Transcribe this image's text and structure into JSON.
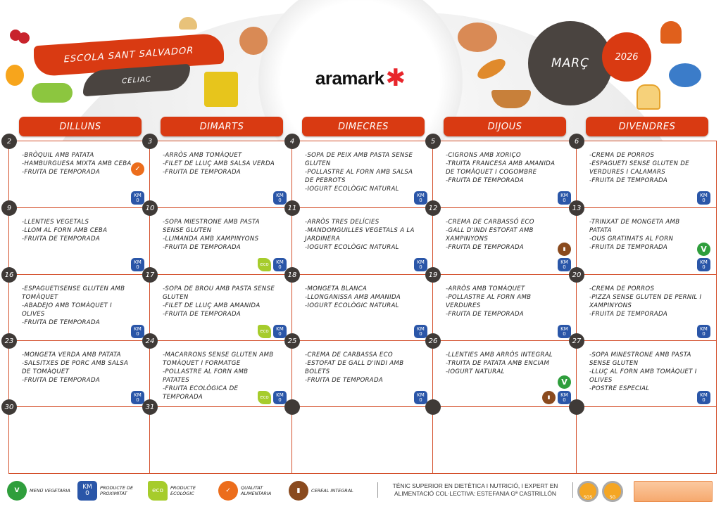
{
  "header": {
    "school": "ESCOLA SANT SALVADOR",
    "diet": "CELIAC",
    "logo": "aramark",
    "month": "MARÇ",
    "year": "2026"
  },
  "days": [
    "DILLUNS",
    "DIMARTS",
    "DIMECRES",
    "DIJOUS",
    "DIVENDRES"
  ],
  "weeks": [
    [
      {
        "n": "2",
        "menu": [
          "-BRÒQUIL AMB PATATA",
          "-HAMBURGUESA MIXTA AMB CEBA",
          "-FRUITA DE TEMPORADA"
        ],
        "badges": [
          "quality",
          "km0"
        ],
        "stack": true
      },
      {
        "n": "3",
        "menu": [
          "-ARRÒS AMB TOMÀQUET",
          "-FILET DE LLUÇ AMB SALSA VERDA",
          "-FRUITA DE TEMPORADA"
        ],
        "badges": [
          "km0"
        ]
      },
      {
        "n": "4",
        "menu": [
          "-SOPA DE PEIX AMB PASTA SENSE GLUTEN",
          "-POLLASTRE AL FORN AMB SALSA DE PEBROTS",
          "-IOGURT ECOLÒGIC NATURAL"
        ],
        "badges": [
          "km0"
        ]
      },
      {
        "n": "5",
        "menu": [
          "-CIGRONS AMB XORIÇO",
          "-TRUITA FRANCESA AMB AMANIDA DE TOMÀQUET I COGOMBRE",
          "-FRUITA DE TEMPORADA"
        ],
        "badges": [
          "km0"
        ]
      },
      {
        "n": "6",
        "menu": [
          "-CREMA DE PORROS",
          "-ESPAGUETI SENSE GLUTEN DE VERDURES I CALAMARS",
          "-FRUITA DE TEMPORADA"
        ],
        "badges": [
          "km0"
        ]
      }
    ],
    [
      {
        "n": "9",
        "menu": [
          "-LLENTIES VEGETALS",
          "-LLOM AL FORN AMB CEBA",
          "-FRUITA DE TEMPORADA"
        ],
        "badges": [
          "km0"
        ]
      },
      {
        "n": "10",
        "menu": [
          "-SOPA MIESTRONE AMB PASTA SENSE GLUTEN",
          "-LLIMANDA AMB XAMPINYONS",
          "-FRUITA DE TEMPORADA"
        ],
        "badges": [
          "eco",
          "km0"
        ]
      },
      {
        "n": "11",
        "menu": [
          "-ARRÒS TRES DELÍCIES",
          "-MANDONGUILLES VEGETALS A LA JARDINERA",
          "-IOGURT ECOLÒGIC NATURAL"
        ],
        "badges": [
          "km0"
        ]
      },
      {
        "n": "12",
        "menu": [
          "-CREMA DE CARBASSÓ ECO",
          "-GALL D'INDI ESTOFAT AMB XAMPINYONS",
          "-FRUITA DE TEMPORADA"
        ],
        "badges": [
          "cereal",
          "km0"
        ],
        "stack": true
      },
      {
        "n": "13",
        "menu": [
          "-TRINXAT DE MONGETA AMB PATATA",
          "-OUS GRATINATS AL FORN",
          "-FRUITA DE TEMPORADA"
        ],
        "badges": [
          "veg",
          "km0"
        ],
        "stack": true
      }
    ],
    [
      {
        "n": "16",
        "menu": [
          "-ESPAGUETISENSE GLUTEN AMB TOMÀQUET",
          "-ABADEJO AMB TOMÀQUET I OLIVES",
          "-FRUITA DE TEMPORADA"
        ],
        "badges": [
          "km0"
        ]
      },
      {
        "n": "17",
        "menu": [
          "-SOPA DE BROU AMB PASTA SENSE GLUTEN",
          "-FILET DE LLUÇ AMB AMANIDA",
          "-FRUITA DE TEMPORADA"
        ],
        "badges": [
          "eco",
          "km0"
        ]
      },
      {
        "n": "18",
        "menu": [
          "-MONGETA BLANCA",
          "-LLONGANISSA AMB AMANIDA",
          "-IOGURT ECOLÒGIC NATURAL"
        ],
        "badges": [
          "km0"
        ]
      },
      {
        "n": "19",
        "menu": [
          "-ARRÒS AMB TOMÀQUET",
          "-POLLASTRE AL FORN AMB VERDURES",
          "-FRUITA DE TEMPORADA"
        ],
        "badges": [
          "km0"
        ]
      },
      {
        "n": "20",
        "menu": [
          "-CREMA DE PORROS",
          "-PIZZA SENSE GLUTEN DE PERNIL I XAMPINYONS",
          "-FRUITA DE TEMPORADA"
        ],
        "badges": [
          "km0"
        ]
      }
    ],
    [
      {
        "n": "23",
        "menu": [
          "-MONGETA VERDA AMB PATATA",
          "-SALSITXES DE PORC AMB SALSA DE TOMÀQUET",
          "-FRUITA DE TEMPORADA"
        ],
        "badges": [
          "km0"
        ]
      },
      {
        "n": "24",
        "menu": [
          "-MACARRONS SENSE GLUTEN AMB TOMÀQUET I FORMATGE",
          "-POLLASTRE AL FORN AMB PATATES",
          "-FRUITA ECOLÒGICA DE TEMPORADA"
        ],
        "badges": [
          "eco",
          "km0"
        ]
      },
      {
        "n": "25",
        "menu": [
          "-CREMA DE CARBASSA ECO",
          "-ESTOFAT DE GALL D'INDI AMB BOLETS",
          "-FRUITA DE TEMPORADA"
        ],
        "badges": [
          "km0"
        ]
      },
      {
        "n": "26",
        "menu": [
          "-LLENTIES AMB ARRÒS INTEGRAL",
          "-TRUITA DE PATATA AMB ENCIAM",
          "-IOGURT NATURAL"
        ],
        "badges": [
          "cereal",
          "km0"
        ],
        "extra": "veg"
      },
      {
        "n": "27",
        "menu": [
          "-SOPA MINESTRONE AMB PASTA SENSE GLUTEN",
          "-LLUÇ AL FORN AMB TOMÀQUET I OLIVES",
          "-POSTRE ESPECIAL"
        ],
        "badges": [
          "km0"
        ]
      }
    ],
    [
      {
        "n": "30",
        "menu": [],
        "badges": []
      },
      {
        "n": "31",
        "menu": [],
        "badges": []
      },
      {
        "n": "",
        "menu": [],
        "badges": []
      },
      {
        "n": "",
        "menu": [],
        "badges": []
      },
      {
        "n": "",
        "menu": [],
        "badges": []
      }
    ]
  ],
  "badge_text": {
    "km0": "KM\n0",
    "eco": "eco",
    "veg": "V",
    "cereal": "▮",
    "quality": "✓"
  },
  "legend": [
    {
      "icon": "veg",
      "label": "MENÚ VEGETARIA"
    },
    {
      "icon": "km0",
      "label": "PRODUCTE DE PROXIMITAT"
    },
    {
      "icon": "eco",
      "label": "PRODUCTE ECOLÒGIC"
    },
    {
      "icon": "quality",
      "label": "QUALITAT ALIMENTARIA"
    },
    {
      "icon": "cereal",
      "label": "CEREAL INTEGRAL"
    }
  ],
  "footer": {
    "credit": "TÉNIC SUPERIOR EN DIETÈTICA I NUTRICIÓ, I EXPERT EN ALIMENTACIÓ COL·LECTIVA: ESTEFANIA Gª CASTRILLÓN",
    "cert1": "SGS",
    "cert2": "SG"
  },
  "colors": {
    "accent": "#d93a12",
    "dark": "#4a4440",
    "km0": "#2a56a8",
    "eco": "#a6cc2c",
    "veg": "#2f9e3c",
    "cereal": "#8a4a1e",
    "quality": "#ec6d1c"
  }
}
